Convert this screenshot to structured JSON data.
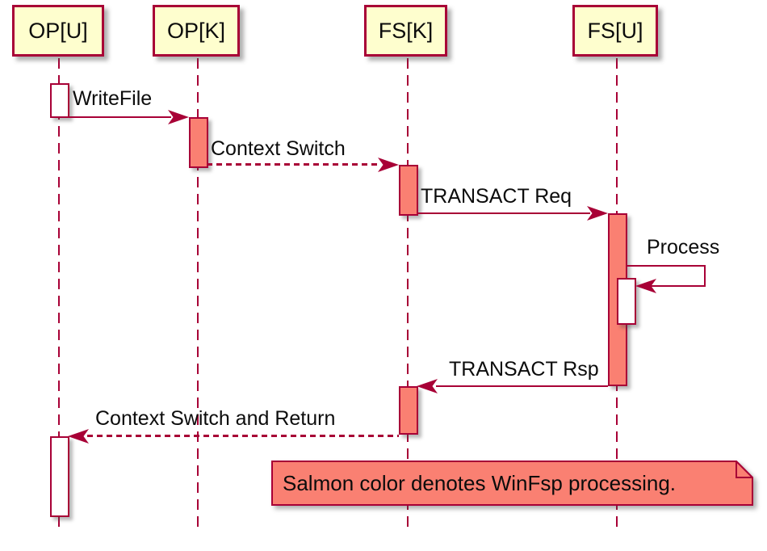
{
  "diagram": {
    "type": "sequence-diagram",
    "participants": [
      {
        "label": "OP[U]"
      },
      {
        "label": "OP[K]"
      },
      {
        "label": "FS[K]"
      },
      {
        "label": "FS[U]"
      }
    ],
    "messages": [
      {
        "label": "WriteFile",
        "from": "OP[U]",
        "to": "OP[K]",
        "line": "solid"
      },
      {
        "label": "Context Switch",
        "from": "OP[K]",
        "to": "FS[K]",
        "line": "dashed"
      },
      {
        "label": "TRANSACT Req",
        "from": "FS[K]",
        "to": "FS[U]",
        "line": "solid"
      },
      {
        "label": "Process",
        "from": "FS[U]",
        "to": "FS[U]",
        "line": "self"
      },
      {
        "label": "TRANSACT Rsp",
        "from": "FS[U]",
        "to": "FS[K]",
        "line": "solid"
      },
      {
        "label": "Context Switch and Return",
        "from": "FS[K]",
        "to": "OP[U]",
        "line": "dashed"
      }
    ],
    "note": {
      "text": "Salmon color denotes WinFsp processing."
    },
    "colors": {
      "line": "#A80036",
      "participant_fill": "#FEFECE",
      "salmon_fill": "#FA8072",
      "plain_activation_fill": "#FFFFFF"
    }
  }
}
